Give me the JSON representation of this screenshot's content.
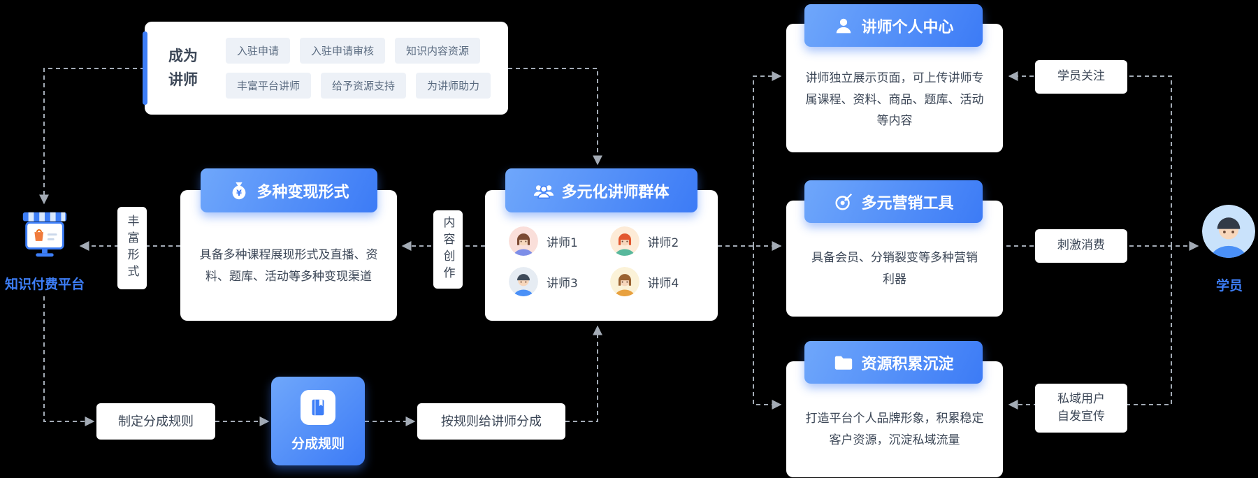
{
  "theme": {
    "background": "#000000",
    "accent": "#3D7EF7",
    "gradient_start": "#6FA7FB",
    "gradient_end": "#3C7BF6",
    "line_color": "#A3ABB5",
    "tag_bg": "#EDF1F7",
    "tag_text": "#5A6B80",
    "text_dark": "#3B4656"
  },
  "platform": {
    "label": "知识付费平台",
    "icon": "storefront-icon"
  },
  "become_lecturer": {
    "title": "成为讲师",
    "tags_row1": [
      "入驻申请",
      "入驻申请审核",
      "知识内容资源"
    ],
    "tags_row2": [
      "丰富平台讲师",
      "给予资源支持",
      "为讲师助力"
    ]
  },
  "monetization": {
    "title": "多种变现形式",
    "icon": "money-bag-icon",
    "body": "具备多种课程展现形式及直播、资料、题库、活动等多种变现渠道"
  },
  "lecturer_group": {
    "title": "多元化讲师群体",
    "icon": "people-group-icon",
    "members": [
      {
        "name": "讲师1",
        "avatar": "female-brown-hair-avatar"
      },
      {
        "name": "讲师2",
        "avatar": "female-red-hair-avatar"
      },
      {
        "name": "讲师3",
        "avatar": "male-dark-hair-avatar"
      },
      {
        "name": "讲师4",
        "avatar": "female-light-brown-hair-avatar"
      }
    ]
  },
  "right_cards": [
    {
      "title": "讲师个人中心",
      "icon": "person-icon",
      "body": "讲师独立展示页面，可上传讲师专属课程、资料、商品、题库、活动等内容"
    },
    {
      "title": "多元营销工具",
      "icon": "target-icon",
      "body": "具备会员、分销裂变等多种营销利器"
    },
    {
      "title": "资源积累沉淀",
      "icon": "folder-icon",
      "body": "打造平台个人品牌形象，积累稳定客户资源，沉淀私域流量"
    }
  ],
  "edge_labels": {
    "rich_forms": "丰富形式",
    "content_creation": "内容创作",
    "student_follow": "学员关注",
    "stimulate_consumption": "刺激消费",
    "private_domain_promo": "私域用户自发宣传",
    "set_rules": "制定分成规则",
    "share_by_rules": "按规则给讲师分成"
  },
  "revenue_rules": {
    "title": "分成规则",
    "icon": "notebook-icon"
  },
  "student": {
    "label": "学员",
    "icon": "student-avatar"
  }
}
